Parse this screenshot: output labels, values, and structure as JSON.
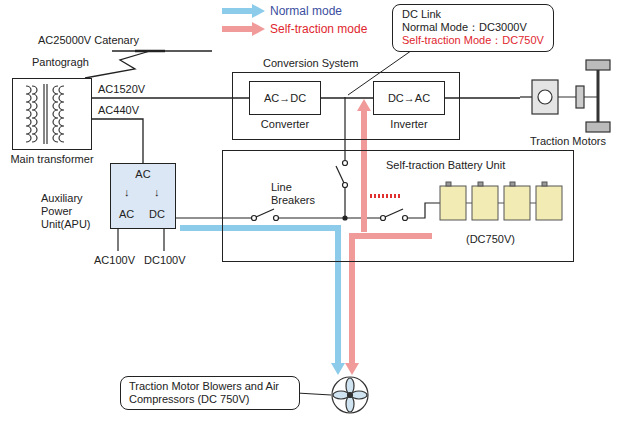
{
  "diagram": {
    "nodes": [
      {
        "text": [
          "Main transformer"
        ]
      },
      {
        "text": [
          "Conversion System"
        ]
      },
      {
        "text": [
          "AC→DC",
          "Converter"
        ],
        "in": 1
      },
      {
        "text": [
          "DC→AC",
          "Inverter"
        ],
        "in": 1
      },
      {
        "text": [
          "DC Link",
          "Normal Mode：DC3000V",
          "Self-traction Mode：DC750V"
        ]
      },
      {
        "text": [
          "Traction Motors"
        ]
      },
      {
        "text": [
          "Auxiliary Power Unit(APU)",
          "AC",
          "↓",
          "↓",
          "AC",
          "DC"
        ]
      },
      {
        "text": [
          "Self-traction Battery Unit",
          "Line Breakers",
          "(DC750V)"
        ]
      },
      {
        "text": [
          "Traction Motor Blowers and Air Compressors (DC 750V)"
        ]
      }
    ],
    "edges": [
      {
        "from": 0,
        "to": 2,
        "label": "AC1520V",
        "arrow": "none"
      },
      {
        "from": 0,
        "to": 6,
        "label": "AC440V",
        "arrow": "none"
      },
      {
        "from": 2,
        "to": 3,
        "arrow": "none"
      },
      {
        "from": 3,
        "to": 5,
        "arrow": "none"
      }
    ],
    "labels": [
      "AC25000V Catenary",
      "Pantogragh",
      "AC100V",
      "DC100V"
    ],
    "legend": [
      {
        "text": "Normal mode"
      },
      {
        "text": "Self-traction mode"
      }
    ]
  }
}
